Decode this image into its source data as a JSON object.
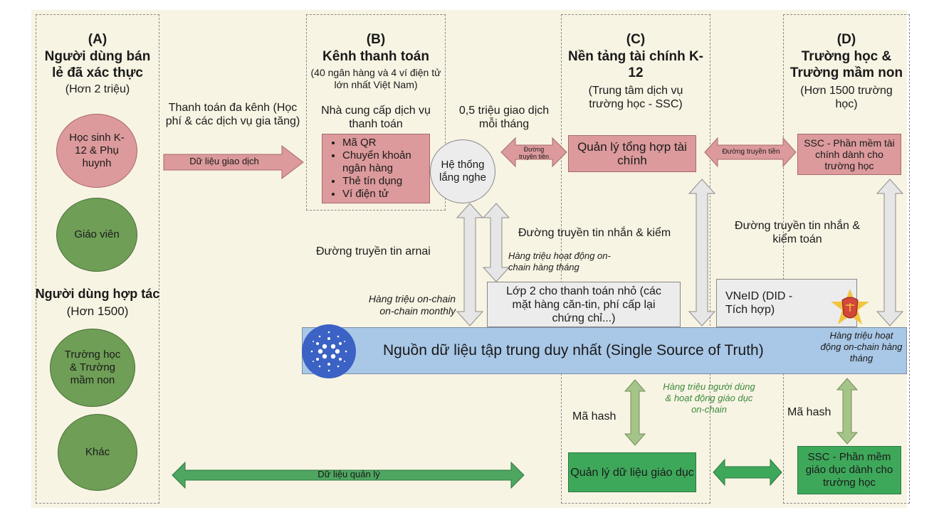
{
  "colors": {
    "canvas": "#f8f4e4",
    "pink": "#dc9a9c",
    "green_circle": "#6f9e57",
    "green_box": "#3ea85a",
    "grey": "#ececec",
    "blue_band": "#a9c7e6",
    "logo_blue": "#3b62c4",
    "italic_green": "#3a8a3a"
  },
  "section_a": {
    "letter": "(A)",
    "title": "Người dùng bán lẻ đã xác thực",
    "subtitle": "(Hơn 2 triệu)",
    "retail_circles": [
      {
        "label": "Học sinh K-12 & Phụ huynh"
      },
      {
        "label": "Giáo viên"
      }
    ],
    "partner_title": "Người dùng hợp tác",
    "partner_subtitle": "(Hơn 1500)",
    "partner_circles": [
      {
        "label": "Trường học & Trường mầm non"
      },
      {
        "label": "Khác"
      }
    ]
  },
  "multichannel": {
    "title": "Thanh toán đa kênh (Học phí & các dịch vụ gia tăng)",
    "arrow_label": "Dữ liệu giao dịch"
  },
  "section_b": {
    "letter": "(B)",
    "title": "Kênh thanh toán",
    "subtitle": "(40 ngân hàng và 4 ví điện tử lớn nhất Việt Nam)",
    "provider_heading": "Nhà cung cấp dịch vụ thanh toán",
    "methods": [
      "Mã QR",
      "Chuyển khoản ngân hàng",
      "Thẻ tín dụng",
      "Ví điện tử"
    ]
  },
  "listening": {
    "volume": "0,5 triệu giao dịch mỗi tháng",
    "system_label": "Hệ thống lắng nghe",
    "money_arrow": "Đường truyền tiền"
  },
  "section_c": {
    "letter": "(C)",
    "title": "Nền tảng tài chính K-12",
    "subtitle": "(Trung tâm dịch vụ trường học - SSC)",
    "finance_box": "Quản lý tổng hợp tài chính",
    "message_label": "Đường truyền tin nhắn & kiểm",
    "edu_box": "Quản lý dữ liệu giáo dục",
    "hash_label": "Mã hash",
    "green_note": "Hàng triệu người dùng & hoạt động giáo dục on-chain"
  },
  "section_d": {
    "letter": "(D)",
    "title": "Trường học & Trường mầm non",
    "subtitle": "(Hơn 1500 trường học)",
    "finance_software": "SSC - Phần mềm tài chính dành cho trường học",
    "money_arrow": "Đường truyền tiền",
    "message_label": "Đường truyền tin nhắn & kiểm toán",
    "edu_software": "SSC - Phần mềm giáo dục dành cho trường học",
    "hash_label": "Mã hash"
  },
  "middle": {
    "arnai_label": "Đường truyền tin arnai",
    "onchain_left": "Hàng triệu on-chain on-chain monthly",
    "onchain_mid": "Hàng triệu hoạt động on-chain hàng tháng",
    "layer2": "Lớp 2 cho thanh toán nhỏ (các mặt hàng căn-tin, phí cấp lại chứng chỉ...)",
    "vneid": "VNeID (DID - Tích hợp)",
    "vneid_emblem": "police-star-emblem"
  },
  "truth_band": {
    "label": "Nguồn dữ liệu tập trung duy nhất (Single Source of Truth)",
    "right_note": "Hàng triệu hoạt động on-chain hàng tháng",
    "logo": "cardano-logo"
  },
  "bottom": {
    "management_arrow": "Dữ liệu quản lý"
  }
}
